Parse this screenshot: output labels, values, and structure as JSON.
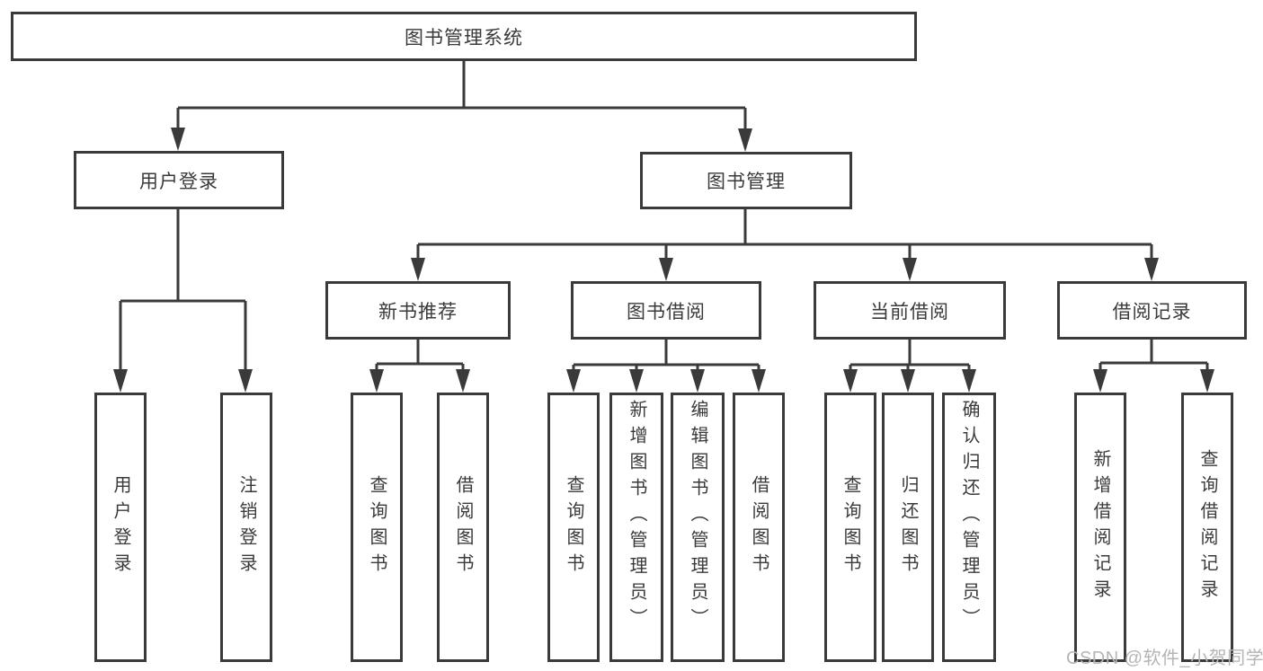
{
  "diagram_type": "hierarchy-tree",
  "colors": {
    "line": "#3a3a3a",
    "text": "#3a3a3a",
    "bg": "#ffffff",
    "watermark": "#b5b5b5"
  },
  "nodes": {
    "root": "图书管理系统",
    "login": "用户登录",
    "management": "图书管理",
    "new_book": "新书推荐",
    "borrowing": "图书借阅",
    "current": "当前借阅",
    "records": "借阅记录",
    "login_user": "用户登录",
    "login_logout": "注销登录",
    "new_book_query": "查询图书",
    "new_book_borrow": "借阅图书",
    "borrowing_query": "查询图书",
    "borrowing_add": "新增图书（管理员）",
    "borrowing_edit": "编辑图书（管理员）",
    "borrowing_borrow": "借阅图书",
    "current_query": "查询图书",
    "current_return": "归还图书",
    "current_confirm": "确认归还（管理员）",
    "records_add": "新增借阅记录",
    "records_query": "查询借阅记录"
  },
  "watermark": "CSDN @软件_小贺同学"
}
